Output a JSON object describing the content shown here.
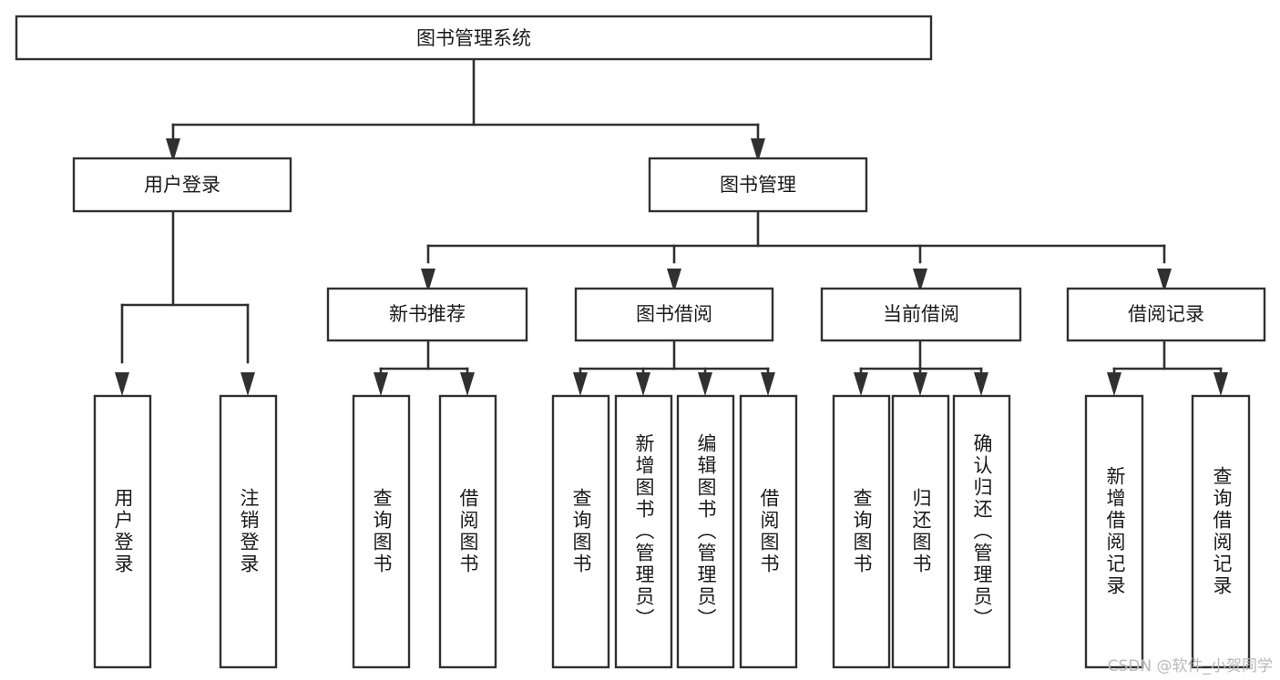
{
  "diagram": {
    "type": "tree-hierarchy",
    "title": "图书管理系统",
    "watermark": "CSDN @软件_小贺同学",
    "root": {
      "id": "root",
      "label": "图书管理系统"
    },
    "level1": [
      {
        "id": "user-login",
        "label": "用户登录"
      },
      {
        "id": "book-management",
        "label": "图书管理"
      }
    ],
    "level2": [
      {
        "id": "new-book-recommend",
        "label": "新书推荐",
        "parent": "book-management"
      },
      {
        "id": "book-borrow",
        "label": "图书借阅",
        "parent": "book-management"
      },
      {
        "id": "current-borrow",
        "label": "当前借阅",
        "parent": "book-management"
      },
      {
        "id": "borrow-record",
        "label": "借阅记录",
        "parent": "book-management"
      }
    ],
    "leaves": [
      {
        "id": "leaf-user-login",
        "label": "用户登录",
        "parent": "user-login"
      },
      {
        "id": "leaf-logout",
        "label": "注销登录",
        "parent": "user-login"
      },
      {
        "id": "leaf-query-book-1",
        "label": "查询图书",
        "parent": "new-book-recommend"
      },
      {
        "id": "leaf-borrow-book-1",
        "label": "借阅图书",
        "parent": "new-book-recommend"
      },
      {
        "id": "leaf-query-book-2",
        "label": "查询图书",
        "parent": "book-borrow"
      },
      {
        "id": "leaf-add-book",
        "label": "新增图书（管理员）",
        "parent": "book-borrow"
      },
      {
        "id": "leaf-edit-book",
        "label": "编辑图书（管理员）",
        "parent": "book-borrow"
      },
      {
        "id": "leaf-borrow-book-2",
        "label": "借阅图书",
        "parent": "book-borrow"
      },
      {
        "id": "leaf-query-book-3",
        "label": "查询图书",
        "parent": "current-borrow"
      },
      {
        "id": "leaf-return-book",
        "label": "归还图书",
        "parent": "current-borrow"
      },
      {
        "id": "leaf-confirm-return",
        "label": "确认归还（管理员）",
        "parent": "current-borrow"
      },
      {
        "id": "leaf-add-record",
        "label": "新增借阅记录",
        "parent": "borrow-record"
      },
      {
        "id": "leaf-query-record",
        "label": "查询借阅记录",
        "parent": "borrow-record"
      }
    ],
    "colors": {
      "stroke": "#303030",
      "fill": "#ffffff",
      "text": "#1a1a1a",
      "watermark": "#b9b9b9",
      "background": "#ffffff"
    }
  }
}
